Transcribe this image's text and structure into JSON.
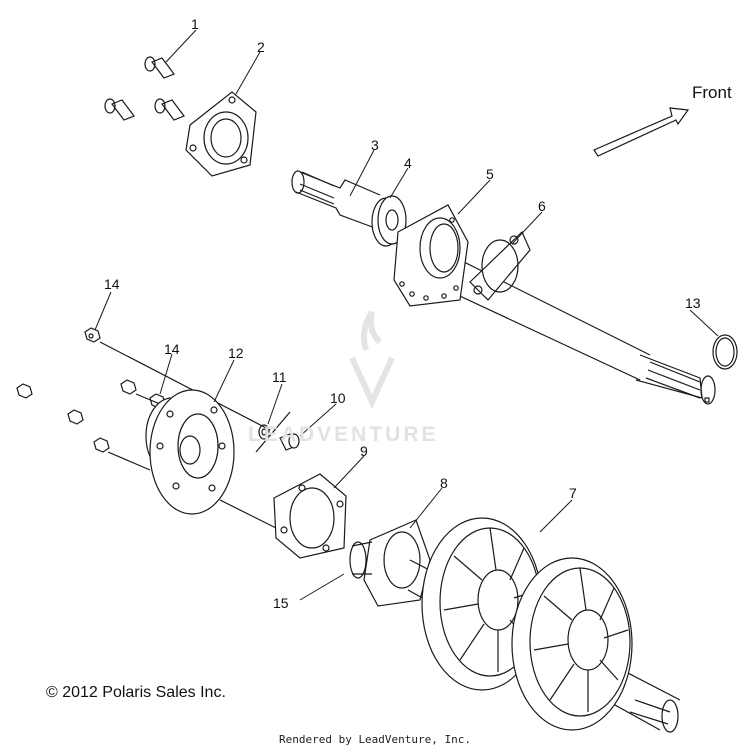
{
  "diagram": {
    "callouts": [
      {
        "id": "c1",
        "label": "1"
      },
      {
        "id": "c2",
        "label": "2"
      },
      {
        "id": "c3",
        "label": "3"
      },
      {
        "id": "c4",
        "label": "4"
      },
      {
        "id": "c5",
        "label": "5"
      },
      {
        "id": "c6",
        "label": "6"
      },
      {
        "id": "c7",
        "label": "7"
      },
      {
        "id": "c8",
        "label": "8"
      },
      {
        "id": "c9",
        "label": "9"
      },
      {
        "id": "c10",
        "label": "10"
      },
      {
        "id": "c11",
        "label": "11"
      },
      {
        "id": "c12",
        "label": "12"
      },
      {
        "id": "c13",
        "label": "13"
      },
      {
        "id": "c14a",
        "label": "14"
      },
      {
        "id": "c14b",
        "label": "14"
      },
      {
        "id": "c15",
        "label": "15"
      }
    ],
    "direction_label": "Front",
    "copyright": "© 2012 Polaris Sales Inc.",
    "rendered_by": "Rendered by LeadVenture, Inc.",
    "watermark": "LEADVENTURE"
  },
  "colors": {
    "line": "#1a1a1a",
    "fill": "#ffffff",
    "watermark": "#e2e2e2"
  }
}
